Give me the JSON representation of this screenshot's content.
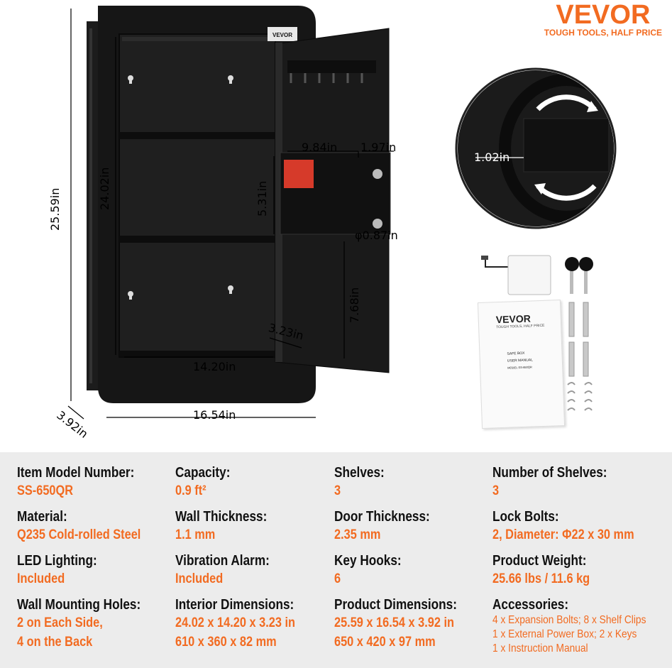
{
  "brand": {
    "name": "VEVOR",
    "tagline": "TOUGH TOOLS, HALF PRICE"
  },
  "dimensions": {
    "height_outer": "25.59in",
    "height_inner": "24.02in",
    "width_outer": "16.54in",
    "width_inner": "14.20in",
    "depth_outer": "3.92in",
    "depth_inner": "3.23in",
    "door_box_width": "9.84in",
    "door_box_side": "1.97in",
    "door_box_height": "5.31in",
    "hole_diameter": "φ0.87in",
    "door_bottom_height": "7.68in",
    "knob_depth": "1.02in"
  },
  "manual": {
    "brand": "VEVOR",
    "tagline": "TOUGH TOOLS, HALF PRICE",
    "title": "SAFE BOX",
    "subtitle": "USER MANUAL",
    "model": "MODEL:SS-650QR"
  },
  "specs": [
    [
      {
        "label": "Item Model Number:",
        "value": [
          "SS-650QR"
        ]
      },
      {
        "label": "Material:",
        "value": [
          "Q235 Cold-rolled Steel"
        ]
      },
      {
        "label": "LED Lighting:",
        "value": [
          "Included"
        ]
      },
      {
        "label": "Wall Mounting Holes:",
        "value": [
          "2 on Each Side,",
          "4 on the Back"
        ]
      }
    ],
    [
      {
        "label": "Capacity:",
        "value": [
          "0.9 ft²"
        ]
      },
      {
        "label": "Wall Thickness:",
        "value": [
          "1.1 mm"
        ]
      },
      {
        "label": "Vibration Alarm:",
        "value": [
          "Included"
        ]
      },
      {
        "label": "Interior Dimensions:",
        "value": [
          "24.02 x 14.20 x 3.23 in",
          "610 x 360 x 82 mm"
        ]
      }
    ],
    [
      {
        "label": "Shelves:",
        "value": [
          "3"
        ]
      },
      {
        "label": "Door Thickness:",
        "value": [
          "2.35 mm"
        ]
      },
      {
        "label": "Key Hooks:",
        "value": [
          "6"
        ]
      },
      {
        "label": "Product Dimensions:",
        "value": [
          "25.59 x 16.54 x 3.92 in",
          "650 x 420 x 97 mm"
        ]
      }
    ],
    [
      {
        "label": "Number of Shelves:",
        "value": [
          "3"
        ]
      },
      {
        "label": "Lock Bolts:",
        "value": [
          "2, Diameter: Φ22 x 30 mm"
        ]
      },
      {
        "label": "Product Weight:",
        "value": [
          "25.66 lbs / 11.6 kg"
        ]
      },
      {
        "label": "Accessories:",
        "value": [
          "4 x Expansion Bolts; 8 x Shelf Clips",
          "1 x External Power Box; 2 x Keys",
          "1 x Instruction Manual"
        ],
        "small": true
      }
    ]
  ]
}
